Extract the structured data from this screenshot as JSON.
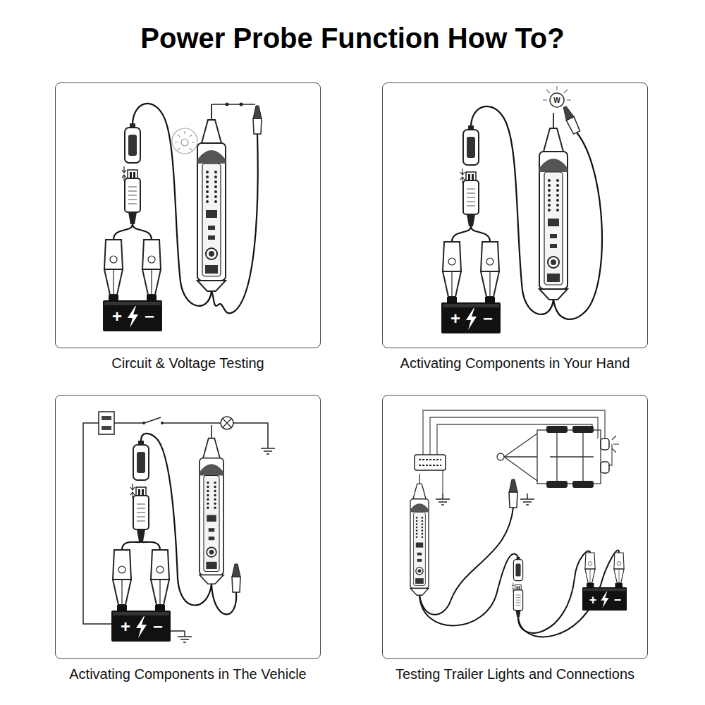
{
  "diagram": {
    "title": "Power Probe Function How To?",
    "nodes": [
      {
        "text": [
          "Circuit & Voltage Testing"
        ]
      },
      {
        "text": [
          "Activating Components in Your Hand"
        ]
      },
      {
        "text": [
          "Activating Components in The Vehicle"
        ]
      },
      {
        "text": [
          "Testing Trailer Lights and Connections"
        ]
      }
    ],
    "labels": [
      "+",
      "−",
      "W",
      "+",
      "−",
      "+",
      "−",
      "+",
      "−"
    ]
  }
}
